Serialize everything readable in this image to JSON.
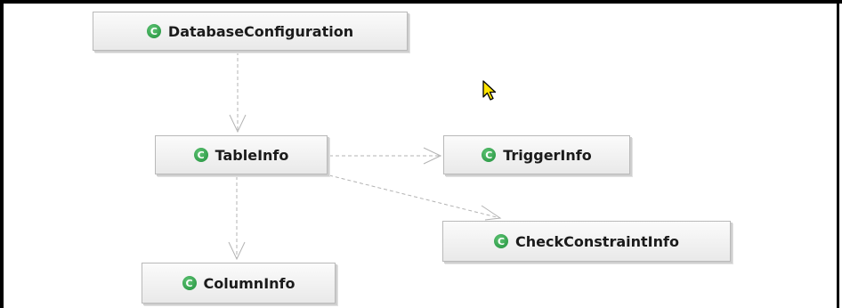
{
  "diagram": {
    "classes": [
      {
        "id": "db",
        "name": "DatabaseConfiguration",
        "icon": "class-icon",
        "icon_letter": "C"
      },
      {
        "id": "table",
        "name": "TableInfo",
        "icon": "class-icon",
        "icon_letter": "C"
      },
      {
        "id": "trigger",
        "name": "TriggerInfo",
        "icon": "class-icon",
        "icon_letter": "C"
      },
      {
        "id": "check",
        "name": "CheckConstraintInfo",
        "icon": "class-icon",
        "icon_letter": "C"
      },
      {
        "id": "column",
        "name": "ColumnInfo",
        "icon": "class-icon",
        "icon_letter": "C"
      }
    ],
    "dependencies": [
      {
        "from": "DatabaseConfiguration",
        "to": "TableInfo"
      },
      {
        "from": "TableInfo",
        "to": "TriggerInfo"
      },
      {
        "from": "TableInfo",
        "to": "CheckConstraintInfo"
      },
      {
        "from": "TableInfo",
        "to": "ColumnInfo"
      }
    ],
    "colors": {
      "icon_green": "#1f8f3b",
      "connector": "#b3b3b3",
      "box_border": "#b9b9b9"
    }
  }
}
